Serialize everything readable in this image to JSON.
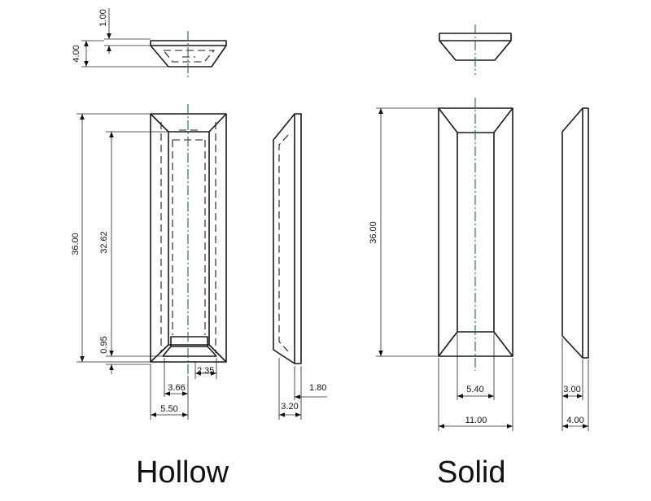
{
  "captions": {
    "hollow": "Hollow",
    "solid": "Solid"
  },
  "hollow": {
    "dims": {
      "top_gap": "1.00",
      "top_height": "4.00",
      "total_length": "36.00",
      "inner_length": "32.62",
      "wall": "0.95",
      "inner_width": "3.66",
      "step": "2.35",
      "half_width": "5.50",
      "side_inner": "1.80",
      "side_thickness": "3.20"
    }
  },
  "solid": {
    "dims": {
      "total_length": "36.00",
      "inner_width": "5.40",
      "width": "11.00",
      "side_inner": "3.00",
      "side_thickness": "4.00"
    }
  },
  "colors": {
    "line": "#1a1a1a",
    "axis": "#1d6b50"
  }
}
